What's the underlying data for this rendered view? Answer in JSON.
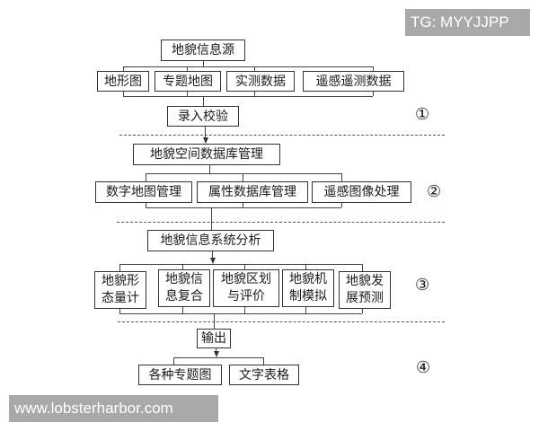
{
  "watermarks": {
    "top_right": "TG: MYYJJPP",
    "bottom_left": "www.lobsterharbor.com"
  },
  "stage1": {
    "source": "地貌信息源",
    "inputs": [
      "地形图",
      "专题地图",
      "实测数据",
      "遥感遥测数据"
    ],
    "check": "录入校验",
    "label": "①"
  },
  "stage2": {
    "db": "地貌空间数据库管理",
    "modules": [
      "数字地图管理",
      "属性数据库管理",
      "遥感图像处理"
    ],
    "label": "②"
  },
  "stage3": {
    "analysis": "地貌信息系统分析",
    "modules": [
      {
        "line1": "地貌形",
        "line2": "态量计"
      },
      {
        "line1": "地貌信",
        "line2": "息复合"
      },
      {
        "line1": "地貌区划",
        "line2": "与评价"
      },
      {
        "line1": "地貌机",
        "line2": "制模拟"
      },
      {
        "line1": "地貌发",
        "line2": "展预测"
      }
    ],
    "label": "③"
  },
  "stage4": {
    "output": "输出",
    "products": [
      "各种专题图",
      "文字表格"
    ],
    "label": "④"
  }
}
